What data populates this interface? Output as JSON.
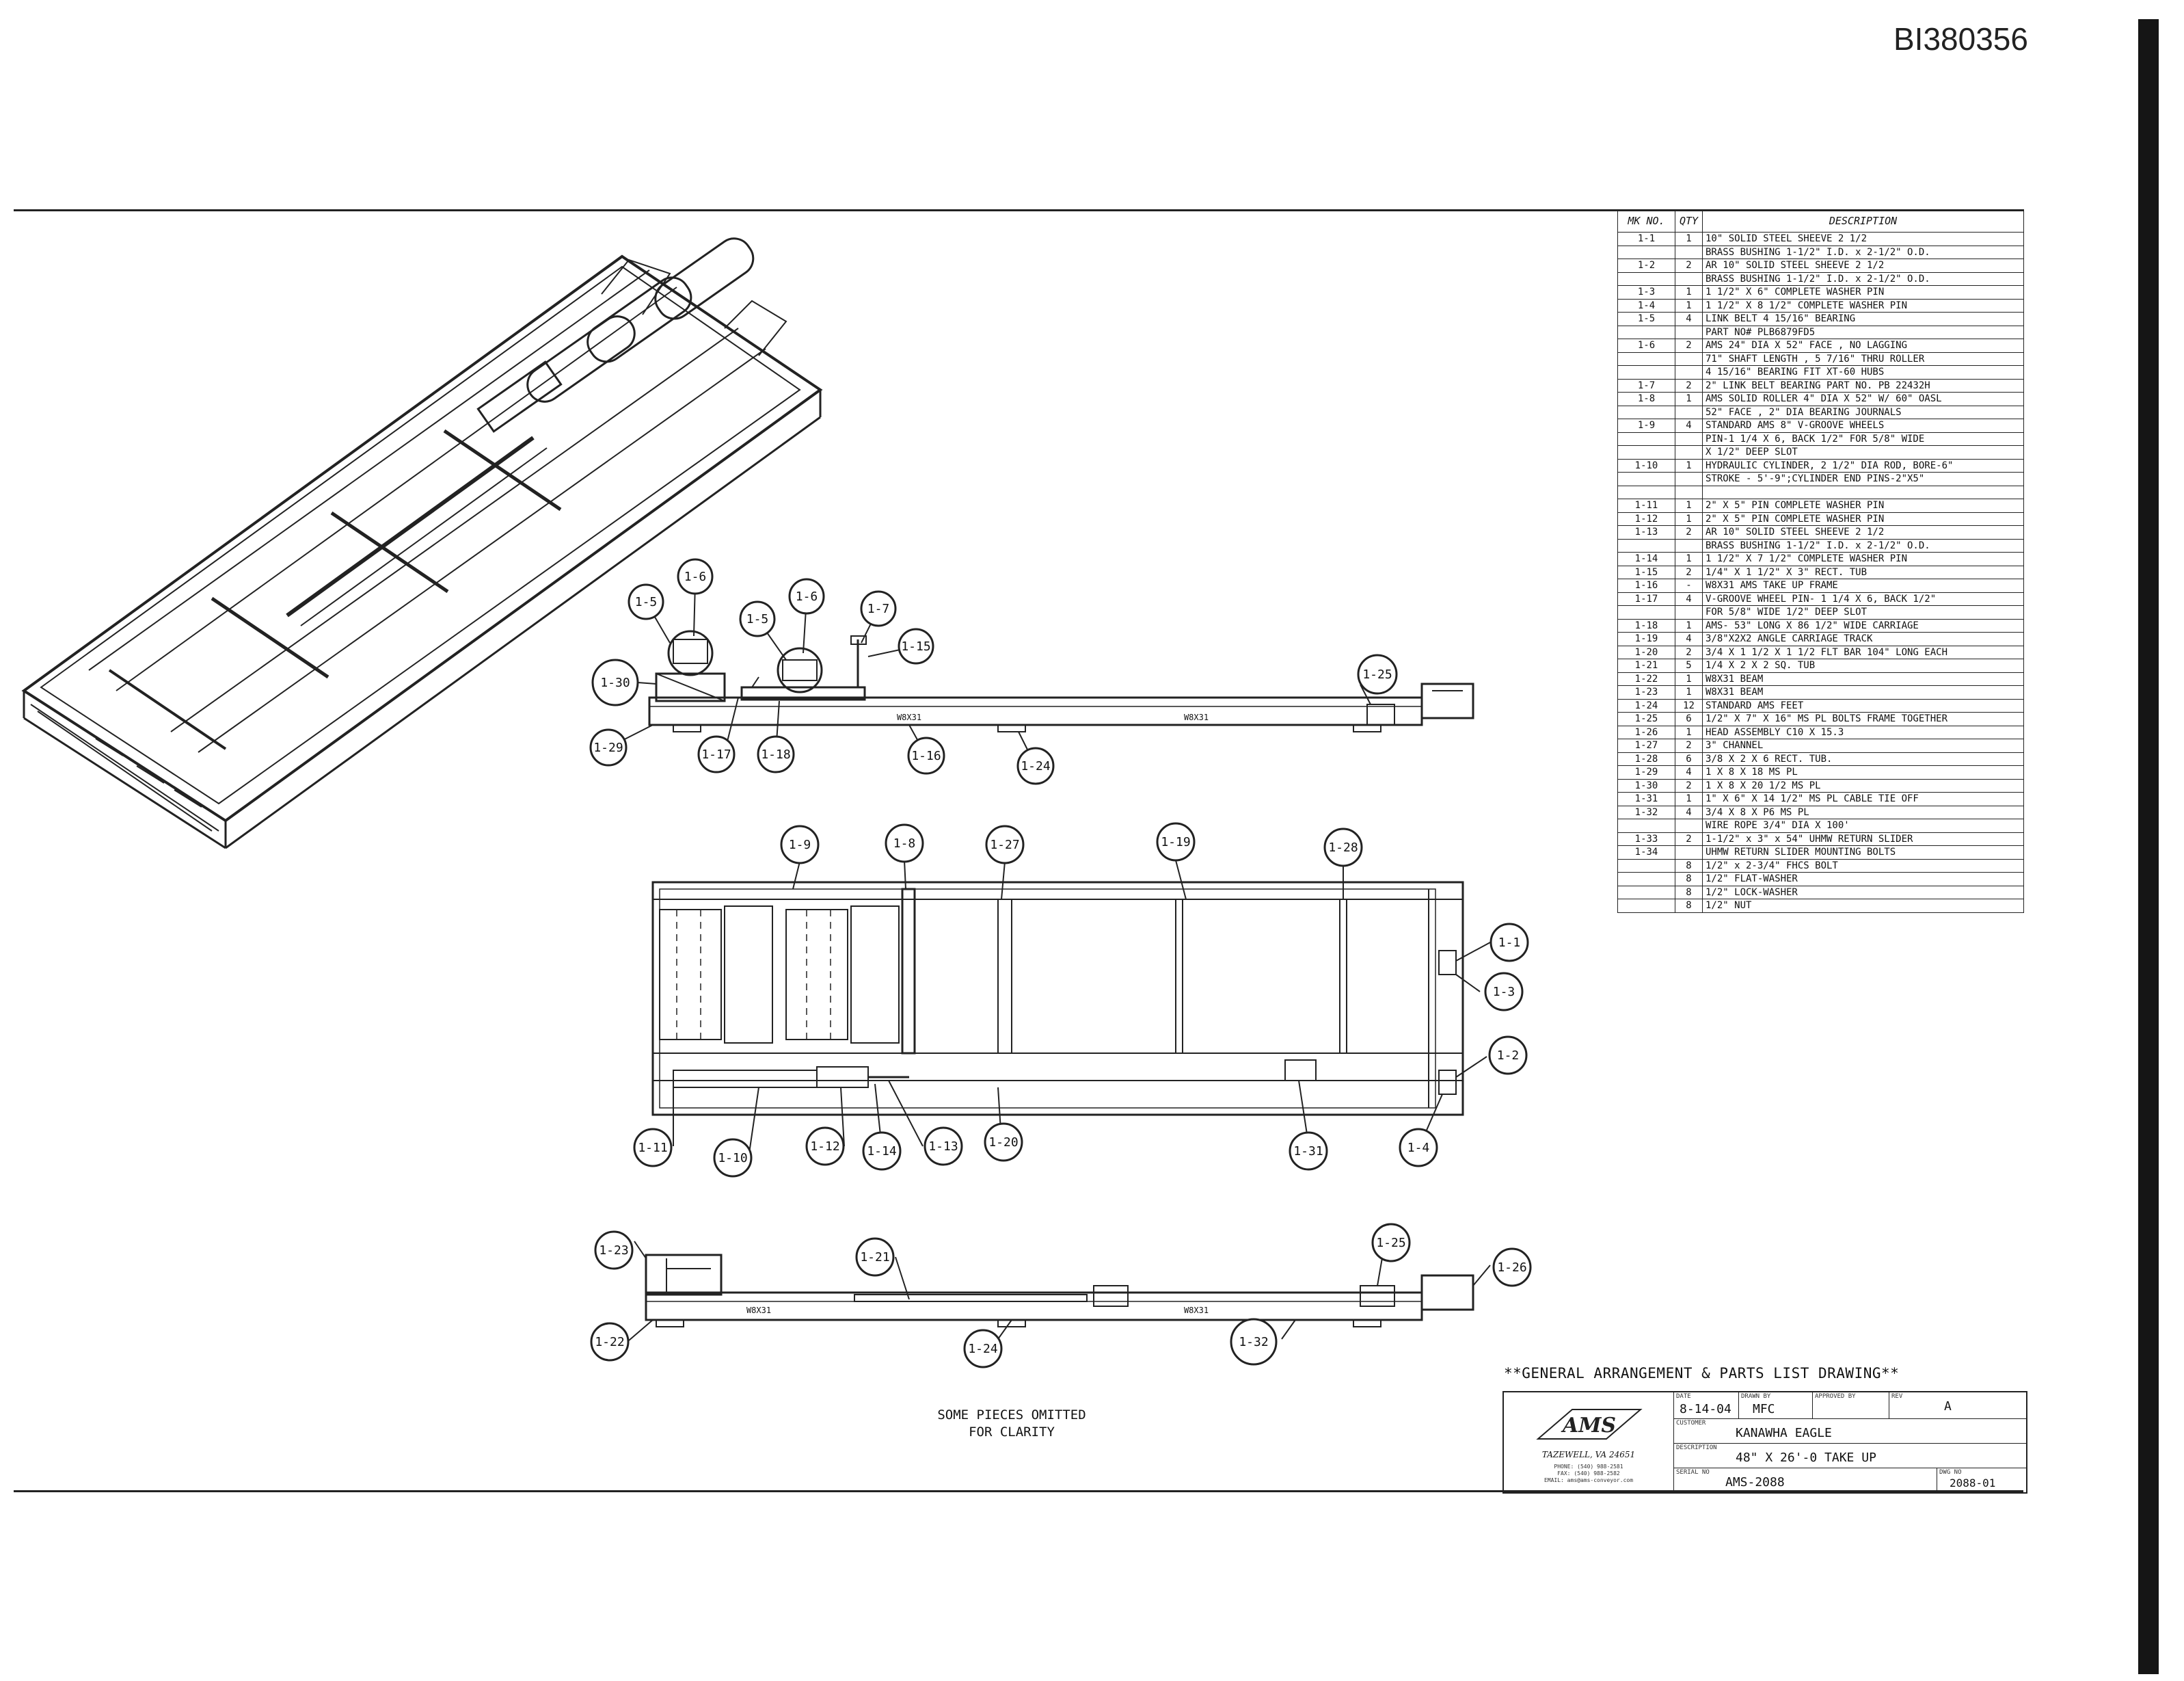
{
  "document_id": "BI380356",
  "parts_list": {
    "headers": [
      "MK NO.",
      "QTY",
      "DESCRIPTION"
    ],
    "rows": [
      [
        "1-1",
        "1",
        "10\" SOLID STEEL SHEEVE 2 1/2"
      ],
      [
        "",
        "",
        "BRASS BUSHING 1-1/2\" I.D. x 2-1/2\" O.D."
      ],
      [
        "1-2",
        "2",
        "AR 10\" SOLID STEEL SHEEVE 2 1/2"
      ],
      [
        "",
        "",
        "BRASS BUSHING 1-1/2\" I.D. x 2-1/2\" O.D."
      ],
      [
        "1-3",
        "1",
        "1 1/2\" X 6\" COMPLETE WASHER PIN"
      ],
      [
        "1-4",
        "1",
        "1 1/2\" X 8 1/2\" COMPLETE WASHER PIN"
      ],
      [
        "1-5",
        "4",
        "LINK BELT 4 15/16\" BEARING"
      ],
      [
        "",
        "",
        "PART NO# PLB6879FD5"
      ],
      [
        "1-6",
        "2",
        "AMS 24\" DIA X 52\" FACE , NO LAGGING"
      ],
      [
        "",
        "",
        "71\" SHAFT LENGTH , 5 7/16\" THRU ROLLER"
      ],
      [
        "",
        "",
        "4 15/16\" BEARING FIT XT-60 HUBS"
      ],
      [
        "1-7",
        "2",
        "2\" LINK BELT BEARING PART NO. PB 22432H"
      ],
      [
        "1-8",
        "1",
        "AMS SOLID ROLLER 4\" DIA X 52\" W/ 60\" OASL"
      ],
      [
        "",
        "",
        "52\" FACE , 2\" DIA BEARING JOURNALS"
      ],
      [
        "1-9",
        "4",
        "STANDARD AMS 8\" V-GROOVE WHEELS"
      ],
      [
        "",
        "",
        "PIN-1 1/4 X 6, BACK 1/2\" FOR 5/8\" WIDE"
      ],
      [
        "",
        "",
        "X 1/2\" DEEP SLOT"
      ],
      [
        "1-10",
        "1",
        "HYDRAULIC CYLINDER, 2 1/2\" DIA ROD, BORE-6\""
      ],
      [
        "",
        "",
        "STROKE - 5'-9\";CYLINDER END PINS-2\"X5\""
      ],
      [
        "",
        "",
        ""
      ],
      [
        "1-11",
        "1",
        "2\" X 5\" PIN COMPLETE WASHER PIN"
      ],
      [
        "1-12",
        "1",
        "2\" X 5\" PIN COMPLETE WASHER PIN"
      ],
      [
        "1-13",
        "2",
        "AR 10\" SOLID STEEL SHEEVE 2 1/2"
      ],
      [
        "",
        "",
        "BRASS BUSHING 1-1/2\" I.D. x 2-1/2\" O.D."
      ],
      [
        "1-14",
        "1",
        "1 1/2\" X 7 1/2\" COMPLETE WASHER PIN"
      ],
      [
        "1-15",
        "2",
        "1/4\" X 1 1/2\" X 3\" RECT. TUB"
      ],
      [
        "1-16",
        "-",
        "W8X31 AMS TAKE UP FRAME"
      ],
      [
        "1-17",
        "4",
        "V-GROOVE WHEEL PIN- 1 1/4 X 6, BACK 1/2\""
      ],
      [
        "",
        "",
        "FOR 5/8\" WIDE 1/2\" DEEP SLOT"
      ],
      [
        "1-18",
        "1",
        "AMS- 53\" LONG X 86 1/2\" WIDE CARRIAGE"
      ],
      [
        "1-19",
        "4",
        "3/8\"X2X2 ANGLE CARRIAGE TRACK"
      ],
      [
        "1-20",
        "2",
        "3/4 X 1 1/2 X 1 1/2 FLT BAR 104\" LONG EACH"
      ],
      [
        "1-21",
        "5",
        "1/4 X 2 X 2 SQ. TUB"
      ],
      [
        "1-22",
        "1",
        "W8X31 BEAM"
      ],
      [
        "1-23",
        "1",
        "W8X31 BEAM"
      ],
      [
        "1-24",
        "12",
        "STANDARD AMS FEET"
      ],
      [
        "1-25",
        "6",
        "1/2\" X 7\" X 16\" MS PL BOLTS FRAME TOGETHER"
      ],
      [
        "1-26",
        "1",
        "HEAD ASSEMBLY C10 X 15.3"
      ],
      [
        "1-27",
        "2",
        "3\" CHANNEL"
      ],
      [
        "1-28",
        "6",
        "3/8 X 2 X 6 RECT. TUB."
      ],
      [
        "1-29",
        "4",
        "1 X 8 X 18 MS PL"
      ],
      [
        "1-30",
        "2",
        "1 X 8 X 20 1/2 MS PL"
      ],
      [
        "1-31",
        "1",
        "1\" X 6\" X 14 1/2\" MS PL CABLE TIE OFF"
      ],
      [
        "1-32",
        "4",
        "3/4 X 8 X P6 MS PL"
      ],
      [
        "",
        "",
        "WIRE ROPE 3/4\" DIA X 100'"
      ],
      [
        "1-33",
        "2",
        "1-1/2\" x 3\" x 54\" UHMW RETURN SLIDER"
      ],
      [
        "1-34",
        "",
        "UHMW RETURN SLIDER MOUNTING BOLTS"
      ],
      [
        "",
        "8",
        "1/2\" x 2-3/4\" FHCS BOLT"
      ],
      [
        "",
        "8",
        "1/2\" FLAT-WASHER"
      ],
      [
        "",
        "8",
        "1/2\" LOCK-WASHER"
      ],
      [
        "",
        "8",
        "1/2\" NUT"
      ]
    ]
  },
  "balloons": {
    "side_view": [
      "1-5",
      "1-6",
      "1-5",
      "1-6",
      "1-7",
      "1-15",
      "1-30",
      "1-29",
      "1-17",
      "1-18",
      "1-16",
      "1-24",
      "1-25"
    ],
    "plan_view": [
      "1-9",
      "1-8",
      "1-27",
      "1-19",
      "1-28",
      "1-1",
      "1-3",
      "1-2",
      "1-4",
      "1-11",
      "1-10",
      "1-12",
      "1-14",
      "1-13",
      "1-20",
      "1-31"
    ],
    "bottom_view": [
      "1-23",
      "1-22",
      "1-21",
      "1-24",
      "1-25",
      "1-26",
      "1-32"
    ]
  },
  "beam_labels": [
    "W8X31",
    "W8X31",
    "W8X31",
    "W8X31"
  ],
  "note": {
    "line1": "SOME PIECES OMITTED",
    "line2": "FOR CLARITY"
  },
  "title_block": {
    "title": "**GENERAL ARRANGEMENT & PARTS LIST DRAWING**",
    "logo": "AMS",
    "address": "TAZEWELL, VA 24651",
    "contact_lines": [
      "PHONE: (540) 988-2581",
      "FAX: (540) 988-2582",
      "EMAIL: ams@ams-conveyor.com"
    ],
    "date_label": "DATE",
    "date": "8-14-04",
    "drawn_by_label": "DRAWN BY",
    "drawn_by": "MFC",
    "approved_by_label": "APPROVED BY",
    "approved_by": "",
    "rev_label": "REV",
    "rev": "A",
    "customer_label": "CUSTOMER",
    "customer": "KANAWHA EAGLE",
    "description_label": "DESCRIPTION",
    "description": "48\" X 26'-0 TAKE UP",
    "serial_label": "SERIAL NO",
    "serial": "AMS-2088",
    "dwg_label": "DWG NO",
    "dwg": "2088-01"
  }
}
